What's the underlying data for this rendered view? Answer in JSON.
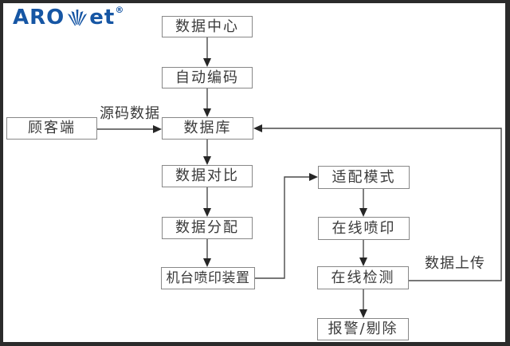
{
  "logo": {
    "text_left": "ARO",
    "text_right": "et",
    "registered": "®"
  },
  "colors": {
    "logo_blue": "#1656a4",
    "frame_border": "#2b2b2b",
    "background": "#ffffff",
    "box_border": "#888888",
    "line": "#4a4a4a",
    "arrowhead": "#262626",
    "text": "#3a3a3a"
  },
  "flowchart": {
    "nodes": {
      "data_center": "数据中心",
      "auto_encode": "自动编码",
      "database": "数据库",
      "customer": "顾客端",
      "data_compare": "数据对比",
      "data_distribute": "数据分配",
      "machine_print": "机台喷印装置",
      "adapt_mode": "适配模式",
      "online_print": "在线喷印",
      "online_detect": "在线检测",
      "alarm_reject": "报警/剔除"
    },
    "edge_labels": {
      "source_data": "源码数据",
      "data_upload": "数据上传"
    }
  }
}
